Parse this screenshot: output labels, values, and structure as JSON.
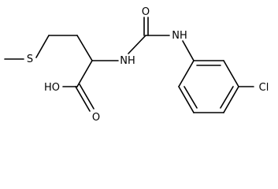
{
  "molecule": {
    "atoms": [
      {
        "id": "S",
        "label": "S"
      },
      {
        "id": "O_carbonyl",
        "label": "O"
      },
      {
        "id": "NH_urea",
        "label": "NH"
      },
      {
        "id": "NH_alpha",
        "label": "NH"
      },
      {
        "id": "HO",
        "label": "HO"
      },
      {
        "id": "O_acid",
        "label": "O"
      },
      {
        "id": "Cl",
        "label": "Cl"
      }
    ]
  }
}
